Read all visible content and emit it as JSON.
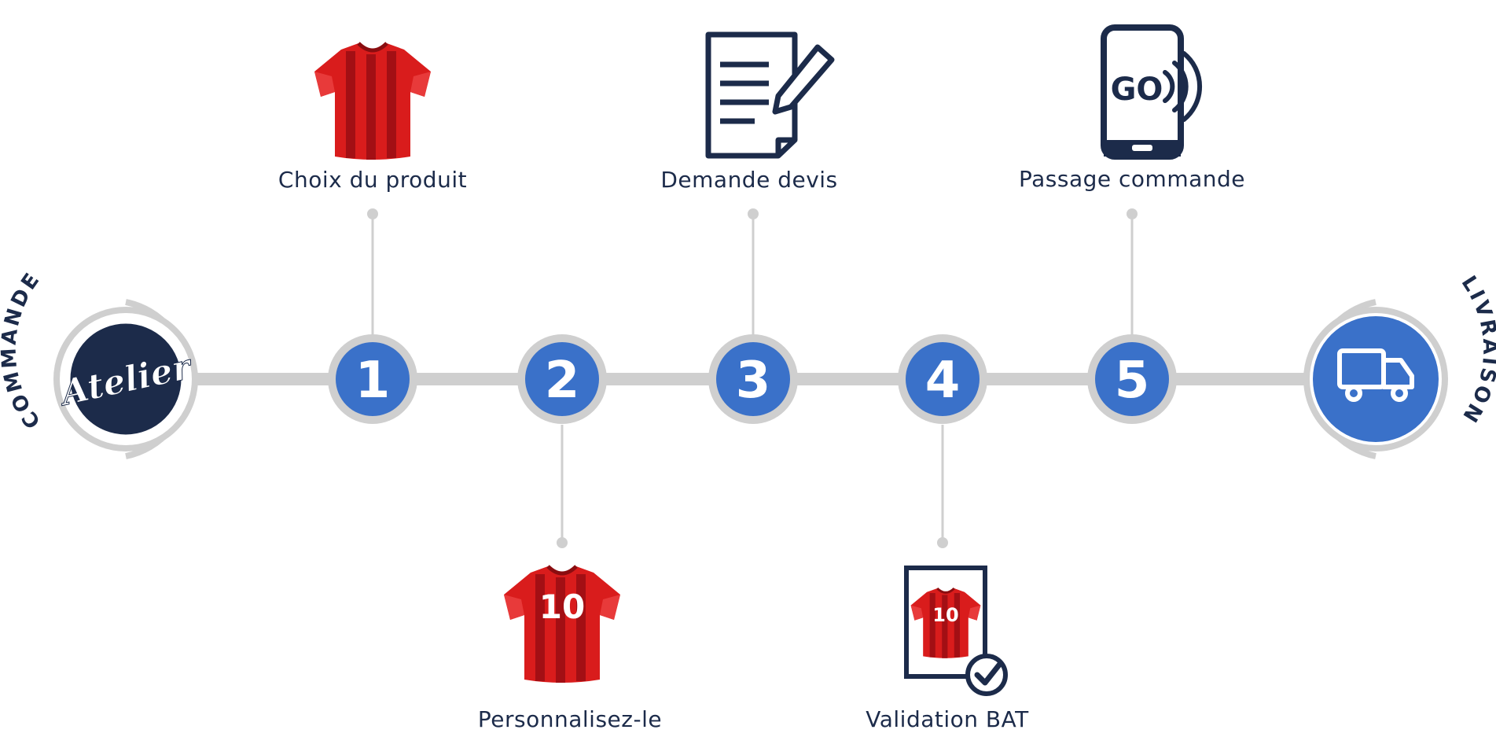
{
  "start": {
    "caption": "COMMANDE",
    "logo_text": "Atelier"
  },
  "end": {
    "caption": "LIVRAISON"
  },
  "steps": [
    {
      "number": "1",
      "label": "Choix du produit",
      "icon": "jersey-icon"
    },
    {
      "number": "2",
      "label": "Personnalisez-le",
      "icon": "jersey-number-icon",
      "jersey_number": "10"
    },
    {
      "number": "3",
      "label": "Demande devis",
      "icon": "document-pen-icon"
    },
    {
      "number": "4",
      "label": "Validation BAT",
      "icon": "proof-check-icon",
      "jersey_number": "10"
    },
    {
      "number": "5",
      "label": "Passage commande",
      "icon": "phone-go-icon",
      "phone_text": "GO"
    }
  ],
  "colors": {
    "navy": "#1c2b4a",
    "blue": "#3a71c9",
    "red": "#d91c1c",
    "dark_red": "#a30f14",
    "grey": "#cfcfcf"
  }
}
